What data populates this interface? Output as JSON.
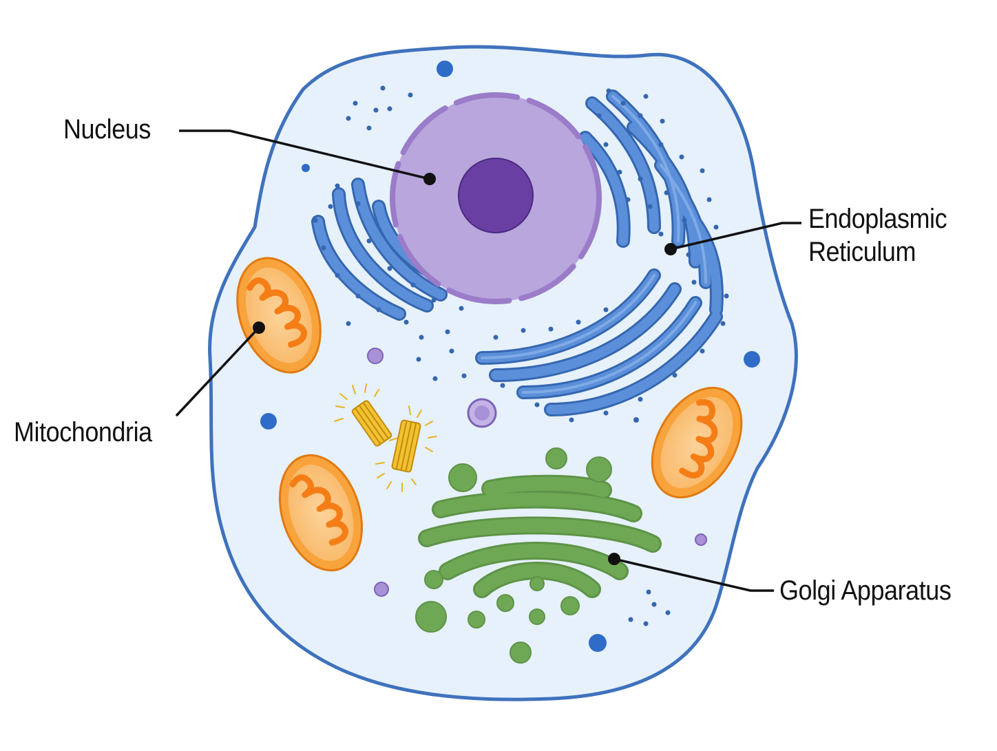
{
  "labels": {
    "nucleus": "Nucleus",
    "er_line1": "Endoplasmic",
    "er_line2": "Reticulum",
    "mitochondria": "Mitochondria",
    "golgi": "Golgi Apparatus"
  },
  "colors": {
    "cytoplasm_fill": "#e6f1fc",
    "membrane": "#3f72bd",
    "nucleus_fill": "#b8a6dc",
    "nuclear_envelope": "#9a7cc9",
    "nucleolus": "#6a3fa3",
    "er": "#5b8fd9",
    "ribosome": "#3566b0",
    "mitochondria_outer": "#f9a33d",
    "mitochondria_inner": "#f57d16",
    "golgi": "#6fa855",
    "centriole": "#e9b21b",
    "vesicle_purple": "#a891d6",
    "vesicle_blue": "#2f6cc7",
    "leader_line": "#111111"
  }
}
